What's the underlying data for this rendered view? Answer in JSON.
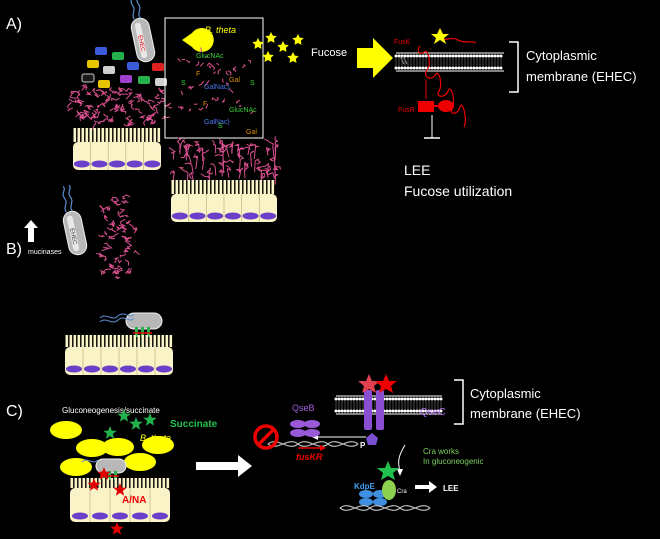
{
  "panels": {
    "a": {
      "letter": "A)"
    },
    "b": {
      "letter": "B)"
    },
    "c": {
      "letter": "C)"
    }
  },
  "labels": {
    "ehec": "EHEC",
    "b_theta": "B. theta",
    "glucnac": "GlucNAc",
    "galnac": "GalNac)",
    "gal": "Gal",
    "f": "F",
    "s": "S",
    "fucose": "Fucose",
    "fusk": "FusK",
    "fusr": "FusR",
    "membrane_line1": "Cytoplasmic",
    "membrane_line2": "membrane (EHEC)",
    "lee": "LEE",
    "fucose_utilization": "Fucose utilization",
    "mucinases": "mucinases",
    "gluconeogenesis": "Gluconeogenesis/succinate",
    "succinate": "Succinate",
    "ana": "A/NA",
    "qseb": "QseB",
    "qsec": "QseC",
    "fuskr": "fusKR",
    "p": "P",
    "cra_line1": "Cra works",
    "cra_line2": "In gluconeogenic",
    "kdpe": "KdpE",
    "cra": "Cra",
    "lee_small": "LEE"
  },
  "colors": {
    "background": "#000000",
    "mucin": "#d9508f",
    "epithelium": "#fbf3c8",
    "nucleus": "#6a3fc9",
    "yellow": "#ffff00",
    "red": "#e00000",
    "green": "#22b14c",
    "purple": "#9a5ad8",
    "blue": "#3f8fe0"
  }
}
